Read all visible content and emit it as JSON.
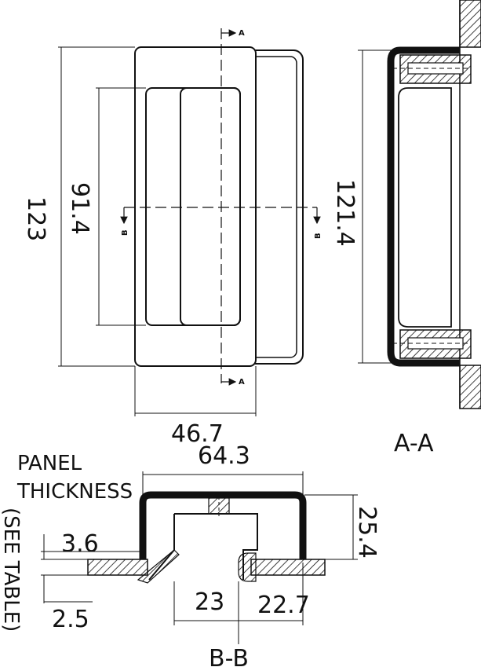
{
  "drawing": {
    "front_view": {
      "height_outer": "123",
      "height_inner": "91.4",
      "width": "46.7",
      "section_marker_a": "A",
      "section_marker_b": "B"
    },
    "section_aa": {
      "height": "121.4",
      "caption": "A-A"
    },
    "section_bb": {
      "width_top": "64.3",
      "height": "25.4",
      "flange": "3.6",
      "panel_min": "2.5",
      "inner_width": "23",
      "offset": "22.7",
      "caption": "B-B",
      "panel_label_1": "PANEL",
      "panel_label_2": "THICKNESS",
      "see_table": "(SEE TABLE)"
    }
  }
}
